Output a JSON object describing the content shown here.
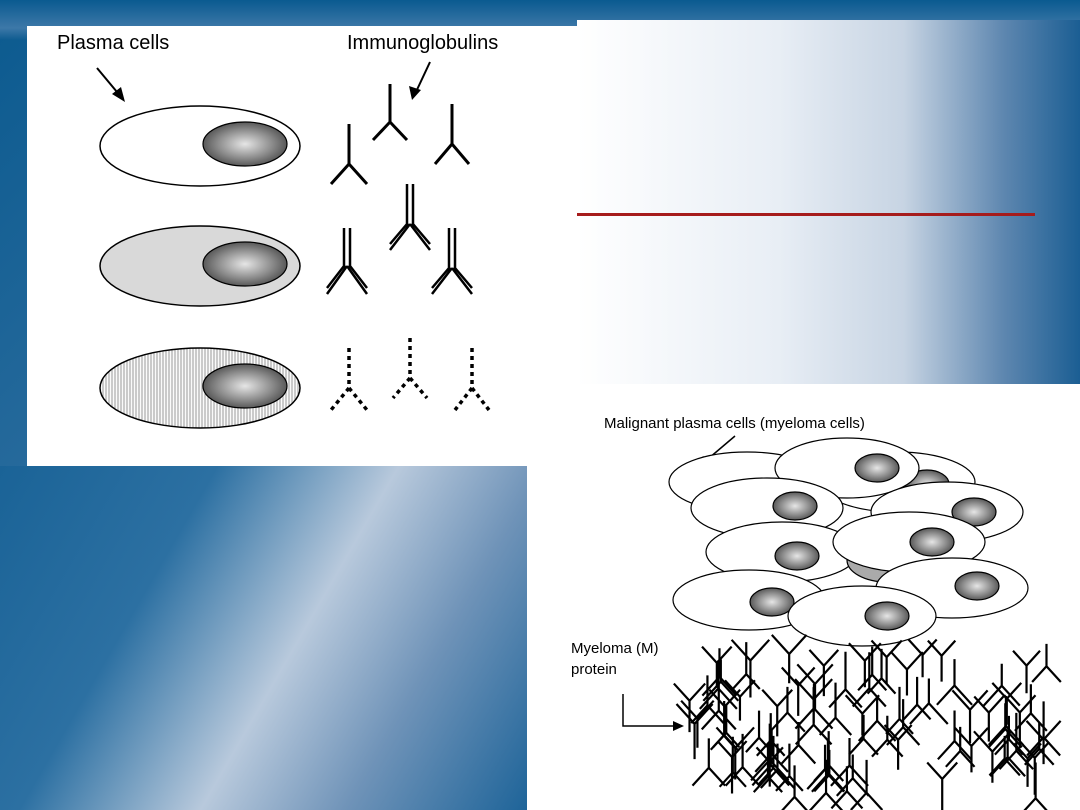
{
  "colors": {
    "accent_line": "#a61c1c",
    "slide_blue": "#0b5a8f"
  },
  "figure_plasma": {
    "label_plasma_cells": "Plasma cells",
    "label_immunoglobulins": "Immunoglobulins"
  },
  "figure_myeloma": {
    "label_malignant": "Malignant plasma cells (myeloma cells)",
    "label_m_protein_line1": "Myeloma (M)",
    "label_m_protein_line2": "protein"
  }
}
